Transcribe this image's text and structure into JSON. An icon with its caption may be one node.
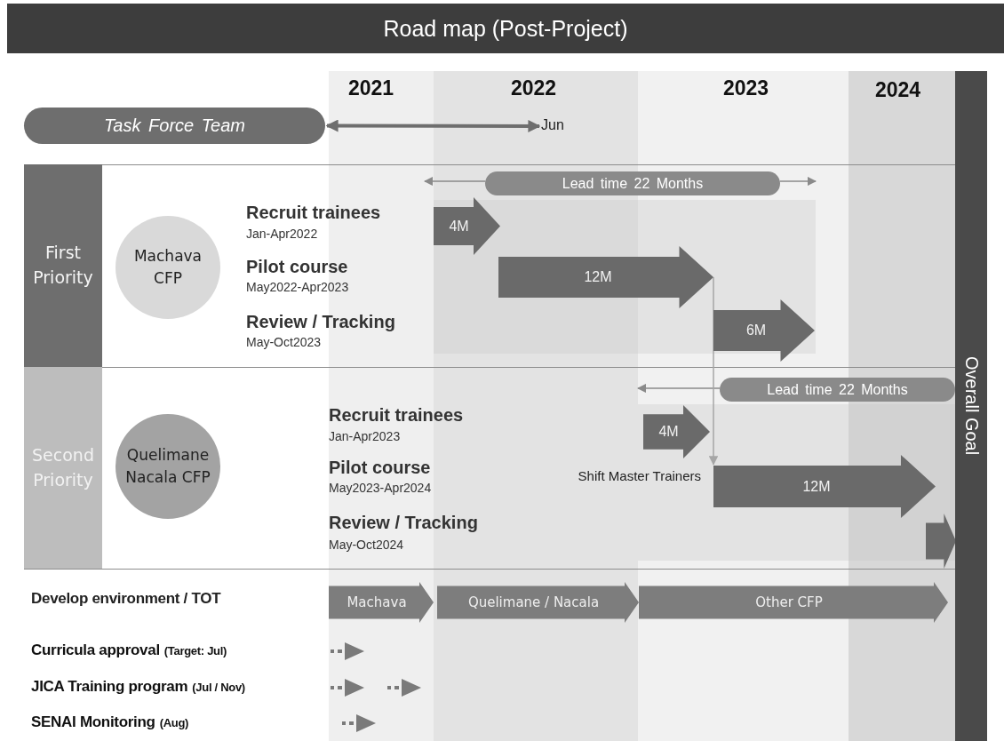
{
  "diagram": {
    "title": "Road map (Post-Project)",
    "nodes": [
      {
        "text": [
          "Task Force Team"
        ]
      },
      {
        "text": [
          "Jun"
        ]
      },
      {
        "text": [
          "First Priority"
        ]
      },
      {
        "text": [
          "Machava CFP"
        ]
      },
      {
        "text": [
          "Lead time 22 Months"
        ]
      },
      {
        "text": [
          "4M"
        ]
      },
      {
        "text": [
          "12M"
        ]
      },
      {
        "text": [
          "6M"
        ]
      },
      {
        "text": [
          "Second Priority"
        ]
      },
      {
        "text": [
          "Quelimane Nacala CFP"
        ]
      },
      {
        "text": [
          "Lead time 22 Months"
        ]
      },
      {
        "text": [
          "4M"
        ]
      },
      {
        "text": [
          "12M"
        ]
      },
      {
        "text": [],
        "shape": "arrow"
      },
      {
        "text": [
          "Machava"
        ]
      },
      {
        "text": [
          "Quelimane / Nacala"
        ]
      },
      {
        "text": [
          "Other CFP"
        ]
      },
      {
        "text": [],
        "shape": "arrow"
      },
      {
        "text": [],
        "shape": "arrow"
      },
      {
        "text": [],
        "shape": "arrow"
      },
      {
        "text": [],
        "shape": "arrow"
      },
      {
        "text": [
          "Overall Goal"
        ]
      }
    ],
    "edges": [
      {
        "from": 0,
        "to": 1,
        "arrow": "both",
        "style": "thick",
        "color": "#6e6e6e"
      },
      {
        "from": 4,
        "to": null,
        "arrow": "to"
      },
      {
        "from": 4,
        "to": null,
        "arrow": "to"
      },
      {
        "from": 10,
        "to": null,
        "arrow": "to"
      },
      {
        "from": 6,
        "to": 12,
        "arrow": "to",
        "label": "Shift Master Trainers",
        "color": "#a6a6a6"
      }
    ],
    "labels": [
      "2021",
      "2022",
      "2023",
      "2024",
      "Recruit trainees",
      "Jan-Apr2022",
      "Pilot course",
      "May2022-Apr2023",
      "Review / Tracking",
      "May-Oct2023",
      "Recruit trainees",
      "Jan-Apr2023",
      "Pilot course",
      "May2023-Apr2024",
      "Review / Tracking",
      "May-Oct2024",
      "Develop environment / TOT",
      "Curricula approval",
      "(Target: Jul)",
      "JICA Training program",
      "(Jul / Nov)",
      "SENAI Monitoring",
      "(Aug)"
    ]
  }
}
